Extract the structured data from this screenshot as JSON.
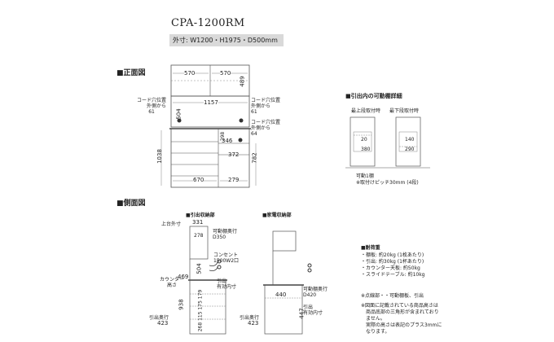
{
  "header": {
    "model": "CPA-1200RM",
    "outer_dims": "外寸: W1200・H1975・D500mm"
  },
  "front_view": {
    "title": "■正面図",
    "dims": {
      "top_left_w": "570",
      "top_right_w": "570",
      "top_h": "489",
      "inner_w": "1157",
      "mid_h": "504",
      "counter_h": "1038",
      "right_total_h": "782",
      "bot_left_w": "670",
      "bot_right_w": "279",
      "drawer_w1": "346",
      "drawer_w2": "372",
      "drawer_h": "298"
    },
    "cord_left": [
      "コード穴位置",
      "外側から",
      "61"
    ],
    "cord_right_top": [
      "コード穴位置",
      "外側から",
      "61"
    ],
    "cord_right_bot": [
      "コード穴位置",
      "外側から",
      "64"
    ]
  },
  "drawer_detail": {
    "title": "■引出内の可動棚詳細",
    "label_top": "最上段取付時",
    "label_bottom": "最下段取付時",
    "vals_top": [
      "20",
      "380"
    ],
    "vals_bottom": [
      "140",
      "290"
    ],
    "note_title": "可動1棚",
    "note": "※取付けピッチ30mm (4段)"
  },
  "side_view": {
    "title": "■側面図",
    "left_sub": "■引出収納部",
    "right_sub": "■家電収納部",
    "labels": {
      "top_outer": "上台外寸",
      "top_outer_val": "331",
      "shelf_depth_278": "278",
      "shelf_dim": [
        "可動棚奥行",
        "D350"
      ],
      "outlet": [
        "コンセント",
        "1500W2口"
      ],
      "counter_h": "カウンター",
      "counter_h2": "高さ",
      "dim_469": "469",
      "dim_504": "504",
      "dim_938": "938",
      "inner_depth": [
        "引出",
        "有効内寸"
      ],
      "drawer_depths": "268 115 175 179",
      "drawer_depth_label": "引出奥行",
      "drawer_depth_val": "423",
      "dim_440": "440",
      "dim_447": "447",
      "shelf_r": [
        "可動棚奥行",
        "D420"
      ],
      "inner_r": [
        "引出",
        "有効内寸"
      ],
      "drawer_r_label": "引出奥行",
      "drawer_r_val": "423"
    }
  },
  "load_capacity": {
    "title": "■耐荷重",
    "items": [
      "・棚板: 約20kg (1枚あたり)",
      "・引出: 約30kg (1杯あたり)",
      "・カウンター天板: 約50kg",
      "・スライドテーブル: 約10kg"
    ]
  },
  "notes": [
    "※点線部・・可動棚板、引出",
    "※図面に記載されている商品高さは",
    "　商品底部の三角形が含まれており",
    "　ません。",
    "　実際の高さは表記のプラス3mmに",
    "　なります。"
  ]
}
